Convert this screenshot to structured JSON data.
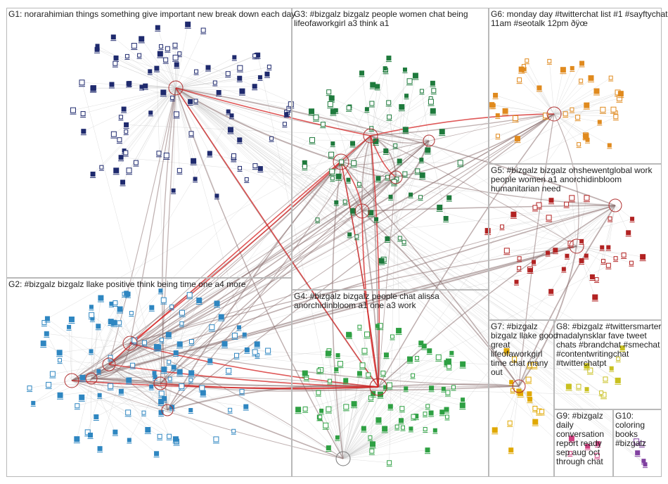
{
  "groups": [
    {
      "id": "G1",
      "label": "G1: norarahimian things something give important new break down each day",
      "color": "#1f2a6e"
    },
    {
      "id": "G2",
      "label": "G2: #bizgalz bizgalz llake positive think being time one a4 more",
      "color": "#2e86c1"
    },
    {
      "id": "G3",
      "label": "G3: #bizgalz bizgalz people women chat being\nlifeofaworkgirl a3 think a1",
      "color": "#1e7a3c"
    },
    {
      "id": "G4",
      "label": "G4: #bizgalz bizgalz people chat alissa\nanorchidinbloom a1 one a3 work",
      "color": "#2ea043"
    },
    {
      "id": "G5",
      "label": "G5: #bizgalz bizgalz ohshewentglobal work\npeople women a1 anorchidinbloom\nhumanitarian need",
      "color": "#b22222"
    },
    {
      "id": "G6",
      "label": "G6: monday day #twitterchat list #1 #sayftychat\n11am #seotalk 12pm ðÿœ",
      "color": "#e08a1e"
    },
    {
      "id": "G7",
      "label": "G7: #bizgalz\nbizgalz llake good\ngreat\nlifeofaworkgirl\ntime chat many\nout",
      "color": "#e0a800"
    },
    {
      "id": "G8",
      "label": "G8: #bizgalz #twittersmarter\nmadalynsklar fave tweet\nchats #brandchat #smechat\n#contentwritingchat\n#twitterchatpt",
      "color": "#c8c020"
    },
    {
      "id": "G9",
      "label": "G9: #bizgalz\ndaily\nconversation\nreport ready\nsep aug oct\nthrough chat",
      "color": "#d04080"
    },
    {
      "id": "G10",
      "label": "G10:\ncoloring\nbooks\n#bizgalz",
      "color": "#8040a0"
    }
  ]
}
